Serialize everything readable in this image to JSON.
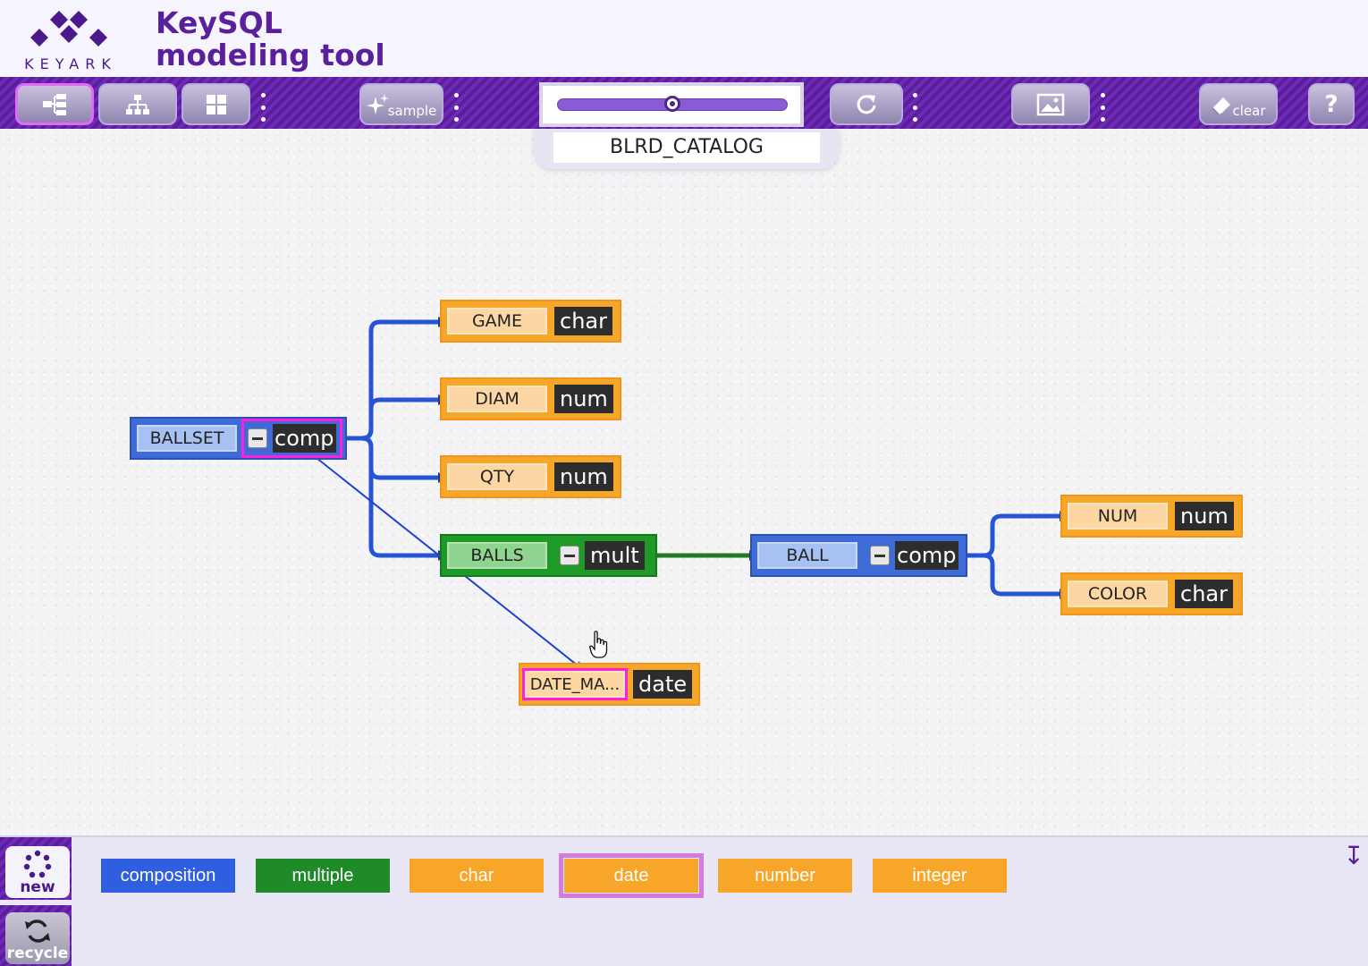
{
  "header": {
    "logo_text": "KEYARK",
    "title_line1": "KeySQL",
    "title_line2": "modeling tool"
  },
  "toolbar": {
    "sample_label": "sample",
    "clear_label": "clear",
    "help_label": "?",
    "zoom_fraction": 0.5
  },
  "catalog": {
    "name": "BLRD_CATALOG"
  },
  "nodes": {
    "ballset": {
      "name": "BALLSET",
      "type": "comp"
    },
    "game": {
      "name": "GAME",
      "type": "char"
    },
    "diam": {
      "name": "DIAM",
      "type": "num"
    },
    "qty": {
      "name": "QTY",
      "type": "num"
    },
    "balls": {
      "name": "BALLS",
      "type": "mult"
    },
    "ball": {
      "name": "BALL",
      "type": "comp"
    },
    "num": {
      "name": "NUM",
      "type": "num"
    },
    "color": {
      "name": "COLOR",
      "type": "char"
    },
    "date_ma": {
      "name": "DATE_MA...",
      "type": "date"
    }
  },
  "palette": {
    "new_label": "new",
    "recycle_label": "recycle",
    "chips": [
      {
        "label": "composition",
        "color": "#2f5fe0"
      },
      {
        "label": "multiple",
        "color": "#1f8a28"
      },
      {
        "label": "char",
        "color": "#f8a62a"
      },
      {
        "label": "date",
        "color": "#f8a62a"
      },
      {
        "label": "number",
        "color": "#f8a62a"
      },
      {
        "label": "integer",
        "color": "#f8a62a"
      }
    ]
  },
  "colors": {
    "brand_purple": "#5a1f9a",
    "composition_blue": "#3f6bd8",
    "multiple_green": "#1f9a26",
    "leaf_orange": "#f6a629",
    "selection_magenta": "#ff1fdc"
  }
}
